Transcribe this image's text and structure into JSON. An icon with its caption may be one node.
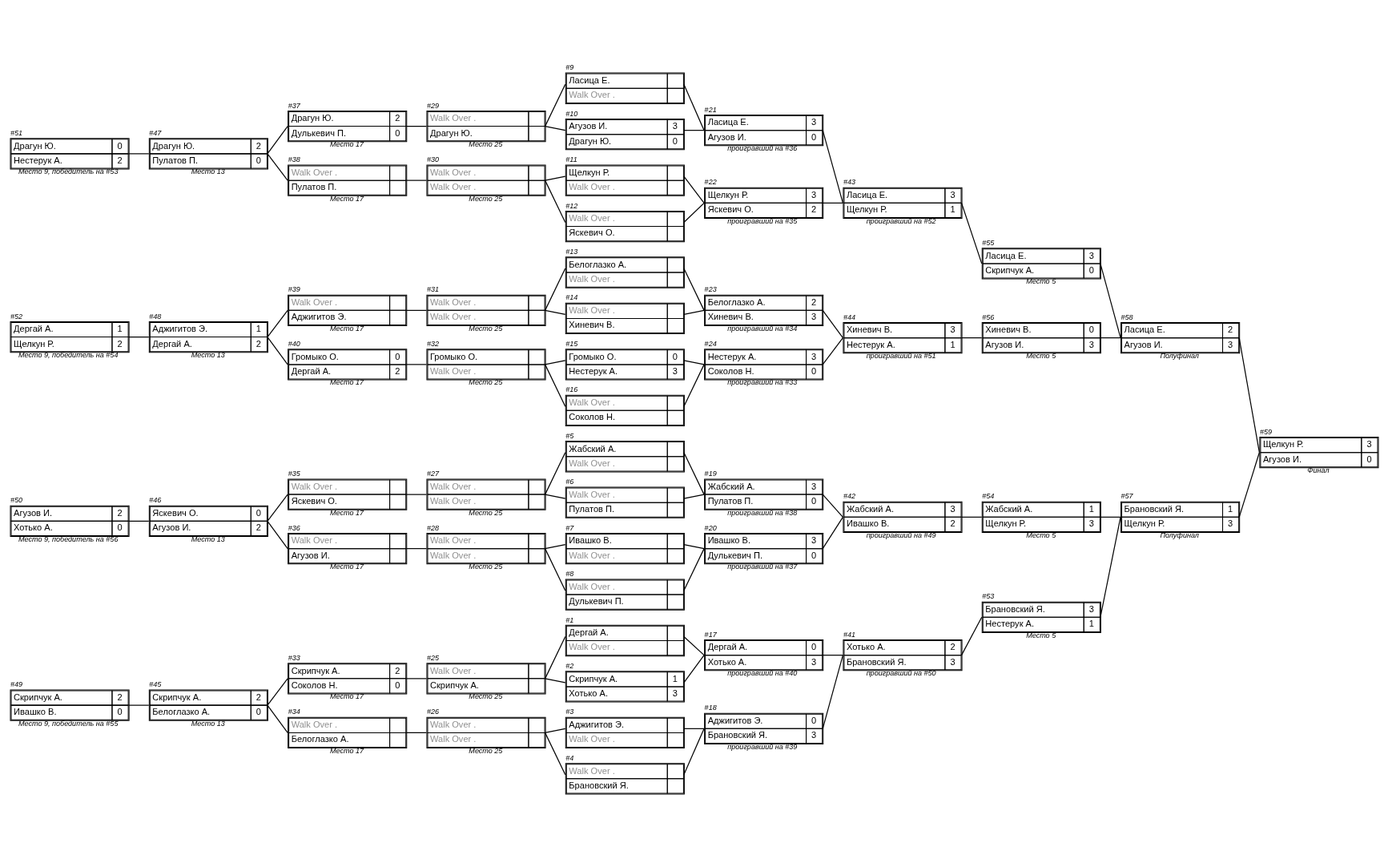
{
  "diagram": {
    "nodes": [
      {
        "text": [
          "#1",
          "Дергай А.",
          "Walk Over ."
        ]
      },
      {
        "text": [
          "#2",
          "Скрипчук А.",
          "1",
          "Хотько А.",
          "3"
        ]
      },
      {
        "text": [
          "#3",
          "Аджигитов Э.",
          "Walk Over ."
        ]
      },
      {
        "text": [
          "#4",
          "Walk Over .",
          "Брановский Я."
        ]
      },
      {
        "text": [
          "#5",
          "Жабский А.",
          "Walk Over ."
        ]
      },
      {
        "text": [
          "#6",
          "Walk Over .",
          "Пулатов П."
        ]
      },
      {
        "text": [
          "#7",
          "Ивашко В.",
          "Walk Over ."
        ]
      },
      {
        "text": [
          "#8",
          "Walk Over .",
          "Дулькевич П."
        ]
      },
      {
        "text": [
          "#9",
          "Ласица Е.",
          "Walk Over ."
        ]
      },
      {
        "text": [
          "#10",
          "Агузов И.",
          "3",
          "Драгун Ю.",
          "0"
        ]
      },
      {
        "text": [
          "#11",
          "Щелкун Р.",
          "Walk Over ."
        ]
      },
      {
        "text": [
          "#12",
          "Walk Over .",
          "Яскевич О."
        ]
      },
      {
        "text": [
          "#13",
          "Белоглазко А.",
          "Walk Over ."
        ]
      },
      {
        "text": [
          "#14",
          "Walk Over .",
          "Хиневич В."
        ]
      },
      {
        "text": [
          "#15",
          "Громыко О.",
          "0",
          "Нестерук А.",
          "3"
        ]
      },
      {
        "text": [
          "#16",
          "Walk Over .",
          "Соколов Н."
        ]
      },
      {
        "text": [
          "#17",
          "Дергай А.",
          "0",
          "Хотько А.",
          "3"
        ],
        "beside": [
          "проигравший на #40"
        ]
      },
      {
        "text": [
          "#18",
          "Аджигитов Э.",
          "0",
          "Брановский Я.",
          "3"
        ],
        "beside": [
          "проигравший на #39"
        ]
      },
      {
        "text": [
          "#19",
          "Жабский А.",
          "3",
          "Пулатов П.",
          "0"
        ],
        "beside": [
          "проигравший на #38"
        ]
      },
      {
        "text": [
          "#20",
          "Ивашко В.",
          "3",
          "Дулькевич П.",
          "0"
        ],
        "beside": [
          "проигравший на #37"
        ]
      },
      {
        "text": [
          "#21",
          "Ласица Е.",
          "3",
          "Агузов И.",
          "0"
        ],
        "beside": [
          "проигравший на #36"
        ]
      },
      {
        "text": [
          "#22",
          "Щелкун Р.",
          "3",
          "Яскевич О.",
          "2"
        ],
        "beside": [
          "проигравший на #35"
        ]
      },
      {
        "text": [
          "#23",
          "Белоглазко А.",
          "2",
          "Хиневич В.",
          "3"
        ],
        "beside": [
          "проигравший на #34"
        ]
      },
      {
        "text": [
          "#24",
          "Нестерук А.",
          "3",
          "Соколов Н.",
          "0"
        ],
        "beside": [
          "проигравший на #33"
        ]
      },
      {
        "text": [
          "#25",
          "Walk Over .",
          "Скрипчук А."
        ],
        "beside": [
          "Место 25"
        ]
      },
      {
        "text": [
          "#26",
          "Walk Over .",
          "Walk Over ."
        ],
        "beside": [
          "Место 25"
        ]
      },
      {
        "text": [
          "#27",
          "Walk Over .",
          "Walk Over ."
        ],
        "beside": [
          "Место 25"
        ]
      },
      {
        "text": [
          "#28",
          "Walk Over .",
          "Walk Over ."
        ],
        "beside": [
          "Место 25"
        ]
      },
      {
        "text": [
          "#29",
          "Walk Over .",
          "Драгун Ю."
        ],
        "beside": [
          "Место 25"
        ]
      },
      {
        "text": [
          "#30",
          "Walk Over .",
          "Walk Over ."
        ],
        "beside": [
          "Место 25"
        ]
      },
      {
        "text": [
          "#31",
          "Walk Over .",
          "Walk Over ."
        ],
        "beside": [
          "Место 25"
        ]
      },
      {
        "text": [
          "#32",
          "Громыко О.",
          "Walk Over ."
        ],
        "beside": [
          "Место 25"
        ]
      },
      {
        "text": [
          "#33",
          "Скрипчук А.",
          "2",
          "Соколов Н.",
          "0"
        ],
        "beside": [
          "Место 17"
        ]
      },
      {
        "text": [
          "#34",
          "Walk Over .",
          "Белоглазко А."
        ],
        "beside": [
          "Место 17"
        ]
      },
      {
        "text": [
          "#35",
          "Walk Over .",
          "Яскевич О."
        ],
        "beside": [
          "Место 17"
        ]
      },
      {
        "text": [
          "#36",
          "Walk Over .",
          "Агузов И."
        ],
        "beside": [
          "Место 17"
        ]
      },
      {
        "text": [
          "#37",
          "Драгун Ю.",
          "2",
          "Дулькевич П.",
          "0"
        ],
        "beside": [
          "Место 17"
        ]
      },
      {
        "text": [
          "#38",
          "Walk Over .",
          "Пулатов П."
        ],
        "beside": [
          "Место 17"
        ]
      },
      {
        "text": [
          "#39",
          "Walk Over .",
          "Аджигитов Э."
        ],
        "beside": [
          "Место 17"
        ]
      },
      {
        "text": [
          "#40",
          "Громыко О.",
          "0",
          "Дергай А.",
          "2"
        ],
        "beside": [
          "Место 17"
        ]
      },
      {
        "text": [
          "#41",
          "Хотько А.",
          "2",
          "Брановский Я.",
          "3"
        ],
        "beside": [
          "проигравший на #50"
        ]
      },
      {
        "text": [
          "#42",
          "Жабский А.",
          "3",
          "Ивашко В.",
          "2"
        ],
        "beside": [
          "проигравший на #49"
        ]
      },
      {
        "text": [
          "#43",
          "Ласица Е.",
          "3",
          "Щелкун Р.",
          "1"
        ],
        "beside": [
          "проигравший на #52"
        ]
      },
      {
        "text": [
          "#44",
          "Хиневич В.",
          "3",
          "Нестерук А.",
          "1"
        ],
        "beside": [
          "проигравший на #51"
        ]
      },
      {
        "text": [
          "#45",
          "Скрипчук А.",
          "2",
          "Белоглазко А.",
          "0"
        ],
        "beside": [
          "Место 13"
        ]
      },
      {
        "text": [
          "#46",
          "Яскевич О.",
          "0",
          "Агузов И.",
          "2"
        ],
        "beside": [
          "Место 13"
        ]
      },
      {
        "text": [
          "#47",
          "Драгун Ю.",
          "2",
          "Пулатов П.",
          "0"
        ],
        "beside": [
          "Место 13"
        ]
      },
      {
        "text": [
          "#48",
          "Аджигитов Э.",
          "1",
          "Дергай А.",
          "2"
        ],
        "beside": [
          "Место 13"
        ]
      },
      {
        "text": [
          "#49",
          "Скрипчук А.",
          "2",
          "Ивашко В.",
          "0"
        ],
        "beside": [
          "Место 9, победитель на #55"
        ]
      },
      {
        "text": [
          "#50",
          "Агузов И.",
          "2",
          "Хотько А.",
          "0"
        ],
        "beside": [
          "Место 9, победитель на #56"
        ]
      },
      {
        "text": [
          "#51",
          "Драгун Ю.",
          "0",
          "Нестерук А.",
          "2"
        ],
        "beside": [
          "Место 9, победитель на #53"
        ]
      },
      {
        "text": [
          "#52",
          "Дергай А.",
          "1",
          "Щелкун Р.",
          "2"
        ],
        "beside": [
          "Место 9, победитель на #54"
        ]
      },
      {
        "text": [
          "#53",
          "Брановский Я.",
          "3",
          "Нестерук А.",
          "1"
        ],
        "beside": [
          "Место 5"
        ]
      },
      {
        "text": [
          "#54",
          "Жабский А.",
          "1",
          "Щелкун Р.",
          "3"
        ],
        "beside": [
          "Место 5"
        ]
      },
      {
        "text": [
          "#55",
          "Ласица Е.",
          "3",
          "Скрипчук А.",
          "0"
        ],
        "beside": [
          "Место 5"
        ]
      },
      {
        "text": [
          "#56",
          "Хиневич В.",
          "0",
          "Агузов И.",
          "3"
        ],
        "beside": [
          "Место 5"
        ]
      },
      {
        "text": [
          "#57",
          "Брановский Я.",
          "1",
          "Щелкун Р.",
          "3"
        ],
        "beside": [
          "Полуфинал"
        ]
      },
      {
        "text": [
          "#58",
          "Ласица Е.",
          "2",
          "Агузов И.",
          "3"
        ],
        "beside": [
          "Полуфинал"
        ]
      },
      {
        "text": [
          "#59",
          "Щелкун Р.",
          "3",
          "Агузов И.",
          "0"
        ],
        "beside": [
          "Финал"
        ]
      }
    ],
    "edges": [
      {
        "from": 24,
        "to": 0,
        "arrow": "none"
      },
      {
        "from": 24,
        "to": 1,
        "arrow": "none"
      },
      {
        "from": 25,
        "to": 2,
        "arrow": "none"
      },
      {
        "from": 25,
        "to": 3,
        "arrow": "none"
      },
      {
        "from": 26,
        "to": 4,
        "arrow": "none"
      },
      {
        "from": 26,
        "to": 5,
        "arrow": "none"
      },
      {
        "from": 27,
        "to": 6,
        "arrow": "none"
      },
      {
        "from": 27,
        "to": 7,
        "arrow": "none"
      },
      {
        "from": 28,
        "to": 8,
        "arrow": "none"
      },
      {
        "from": 28,
        "to": 9,
        "arrow": "none"
      },
      {
        "from": 29,
        "to": 10,
        "arrow": "none"
      },
      {
        "from": 29,
        "to": 11,
        "arrow": "none"
      },
      {
        "from": 30,
        "to": 12,
        "arrow": "none"
      },
      {
        "from": 30,
        "to": 13,
        "arrow": "none"
      },
      {
        "from": 31,
        "to": 14,
        "arrow": "none"
      },
      {
        "from": 31,
        "to": 15,
        "arrow": "none"
      },
      {
        "from": 32,
        "to": 24,
        "arrow": "none"
      },
      {
        "from": 33,
        "to": 25,
        "arrow": "none"
      },
      {
        "from": 34,
        "to": 26,
        "arrow": "none"
      },
      {
        "from": 35,
        "to": 27,
        "arrow": "none"
      },
      {
        "from": 36,
        "to": 28,
        "arrow": "none"
      },
      {
        "from": 37,
        "to": 29,
        "arrow": "none"
      },
      {
        "from": 38,
        "to": 30,
        "arrow": "none"
      },
      {
        "from": 39,
        "to": 31,
        "arrow": "none"
      },
      {
        "from": 44,
        "to": 32,
        "arrow": "none"
      },
      {
        "from": 44,
        "to": 33,
        "arrow": "none"
      },
      {
        "from": 45,
        "to": 34,
        "arrow": "none"
      },
      {
        "from": 45,
        "to": 35,
        "arrow": "none"
      },
      {
        "from": 46,
        "to": 36,
        "arrow": "none"
      },
      {
        "from": 46,
        "to": 37,
        "arrow": "none"
      },
      {
        "from": 47,
        "to": 38,
        "arrow": "none"
      },
      {
        "from": 47,
        "to": 39,
        "arrow": "none"
      },
      {
        "from": 48,
        "to": 44,
        "arrow": "none"
      },
      {
        "from": 49,
        "to": 45,
        "arrow": "none"
      },
      {
        "from": 50,
        "to": 46,
        "arrow": "none"
      },
      {
        "from": 51,
        "to": 47,
        "arrow": "none"
      },
      {
        "from": 0,
        "to": 16,
        "arrow": "none"
      },
      {
        "from": 1,
        "to": 16,
        "arrow": "none"
      },
      {
        "from": 2,
        "to": 17,
        "arrow": "none"
      },
      {
        "from": 3,
        "to": 17,
        "arrow": "none"
      },
      {
        "from": 4,
        "to": 18,
        "arrow": "none"
      },
      {
        "from": 5,
        "to": 18,
        "arrow": "none"
      },
      {
        "from": 6,
        "to": 19,
        "arrow": "none"
      },
      {
        "from": 7,
        "to": 19,
        "arrow": "none"
      },
      {
        "from": 8,
        "to": 20,
        "arrow": "none"
      },
      {
        "from": 9,
        "to": 20,
        "arrow": "none"
      },
      {
        "from": 10,
        "to": 21,
        "arrow": "none"
      },
      {
        "from": 11,
        "to": 21,
        "arrow": "none"
      },
      {
        "from": 12,
        "to": 22,
        "arrow": "none"
      },
      {
        "from": 13,
        "to": 22,
        "arrow": "none"
      },
      {
        "from": 14,
        "to": 23,
        "arrow": "none"
      },
      {
        "from": 15,
        "to": 23,
        "arrow": "none"
      },
      {
        "from": 16,
        "to": 40,
        "arrow": "none"
      },
      {
        "from": 17,
        "to": 40,
        "arrow": "none"
      },
      {
        "from": 18,
        "to": 41,
        "arrow": "none"
      },
      {
        "from": 19,
        "to": 41,
        "arrow": "none"
      },
      {
        "from": 20,
        "to": 42,
        "arrow": "none"
      },
      {
        "from": 21,
        "to": 42,
        "arrow": "none"
      },
      {
        "from": 22,
        "to": 43,
        "arrow": "none"
      },
      {
        "from": 23,
        "to": 43,
        "arrow": "none"
      },
      {
        "from": 40,
        "to": 52,
        "arrow": "none"
      },
      {
        "from": 41,
        "to": 53,
        "arrow": "none"
      },
      {
        "from": 42,
        "to": 54,
        "arrow": "none"
      },
      {
        "from": 43,
        "to": 55,
        "arrow": "none"
      },
      {
        "from": 52,
        "to": 56,
        "arrow": "none"
      },
      {
        "from": 53,
        "to": 56,
        "arrow": "none"
      },
      {
        "from": 54,
        "to": 57,
        "arrow": "none"
      },
      {
        "from": 55,
        "to": 57,
        "arrow": "none"
      },
      {
        "from": 56,
        "to": 58,
        "arrow": "none"
      },
      {
        "from": 57,
        "to": 58,
        "arrow": "none"
      }
    ]
  }
}
